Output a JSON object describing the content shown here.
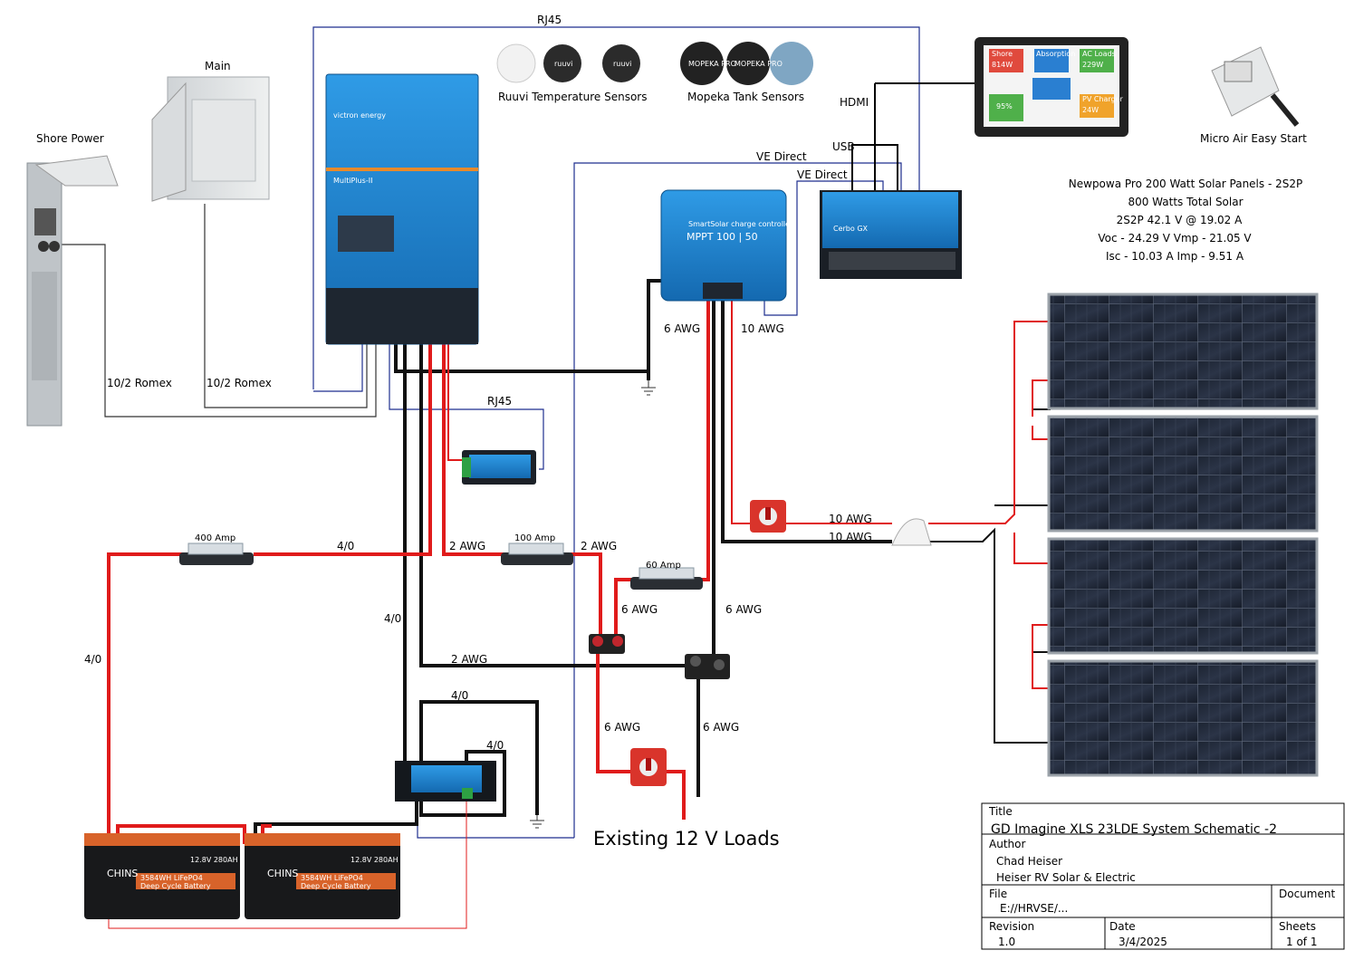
{
  "labels": {
    "rj45_top": "RJ45",
    "rj45_mid": "RJ45",
    "main": "Main",
    "shore_power": "Shore Power",
    "ruuvi": "Ruuvi Temperature Sensors",
    "mopeka": "Mopeka Tank Sensors",
    "hdmi": "HDMI",
    "usb": "USB",
    "ve_direct_1": "VE Direct",
    "ve_direct_2": "VE Direct",
    "micro_air": "Micro Air Easy Start",
    "romex_1": "10/2 Romex",
    "romex_2": "10/2 Romex",
    "awg6_a": "6 AWG",
    "awg10_a": "10 AWG",
    "awg10_b": "10 AWG",
    "awg10_c": "10 AWG",
    "fuse400": "400 Amp",
    "fuse100": "100 Amp",
    "fuse60": "60 Amp",
    "w40_a": "4/0",
    "w40_b": "4/0",
    "w40_c": "4/0",
    "w40_d": "4/0",
    "w40_e": "4/0",
    "awg2_a": "2 AWG",
    "awg2_b": "2 AWG",
    "awg2_c": "2 AWG",
    "awg6_b": "6 AWG",
    "awg6_c": "6 AWG",
    "awg6_d": "6 AWG",
    "awg6_e": "6 AWG",
    "loads": "Existing 12 V Loads"
  },
  "solar_info": [
    "Newpowa Pro 200 Watt Solar Panels - 2S2P",
    "800 Watts Total Solar",
    "2S2P 42.1 V @ 19.02 A",
    "Voc - 24.29 V  Vmp - 21.05 V",
    "Isc - 10.03 A      Imp - 9.51 A"
  ],
  "devices": {
    "inverter_brand": "victron energy",
    "inverter_model": "MultiPlus-II",
    "mppt_model": "MPPT 100 | 50",
    "mppt_sub": "SmartSolar charge controller",
    "cerbo": "Cerbo GX",
    "battery_brand": "CHINS",
    "battery_spec": "12.8V 280AH",
    "battery_wh": "3584WH LiFePO4",
    "battery_type": "Deep Cycle Battery",
    "mopeka_pro": "MOPEKA PRO",
    "ruuvi_tag": "ruuvi"
  },
  "gx_screen": {
    "shore": "Shore",
    "shore_w": "814W",
    "absorption": "Absorption",
    "ac_loads": "AC Loads",
    "ac_loads_w": "229W",
    "soc": "95%",
    "pv": "PV Charger",
    "pv_w": "24W"
  },
  "title_block": {
    "title_label": "Title",
    "title": "GD Imagine XLS 23LDE System Schematic -2",
    "author_label": "Author",
    "author": "Chad Heiser",
    "company": "Heiser RV Solar & Electric",
    "file_label": "File",
    "file": "E://HRVSE/...",
    "document_label": "Document",
    "revision_label": "Revision",
    "revision": "1.0",
    "date_label": "Date",
    "date": "3/4/2025",
    "sheets_label": "Sheets",
    "sheets": "1 of 1"
  }
}
